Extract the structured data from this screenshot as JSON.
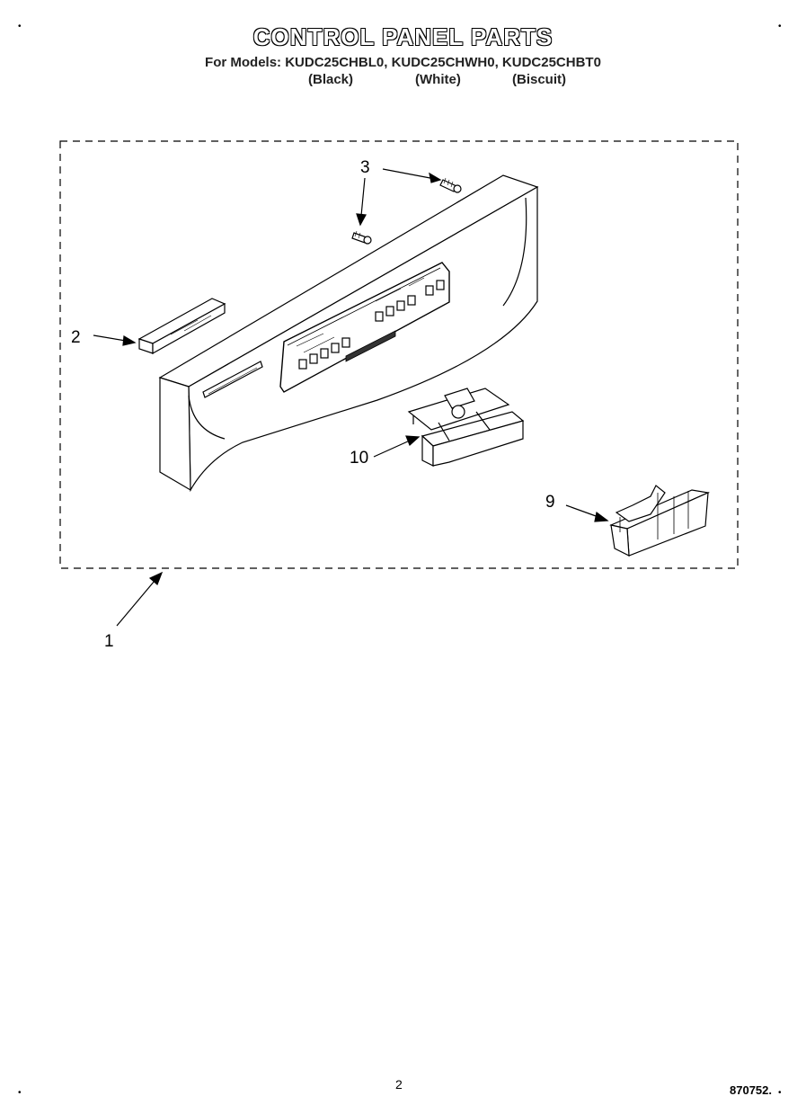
{
  "header": {
    "title": "CONTROL PANEL PARTS",
    "models_line": "For Models: KUDC25CHBL0, KUDC25CHWH0, KUDC25CHBT0",
    "colours": [
      "(Black)",
      "(White)",
      "(Biscuit)"
    ]
  },
  "callouts": {
    "part_1": "1",
    "part_2": "2",
    "part_3": "3",
    "part_9": "9",
    "part_10": "10"
  },
  "footer": {
    "page_number": "2",
    "document_number": "870752."
  }
}
